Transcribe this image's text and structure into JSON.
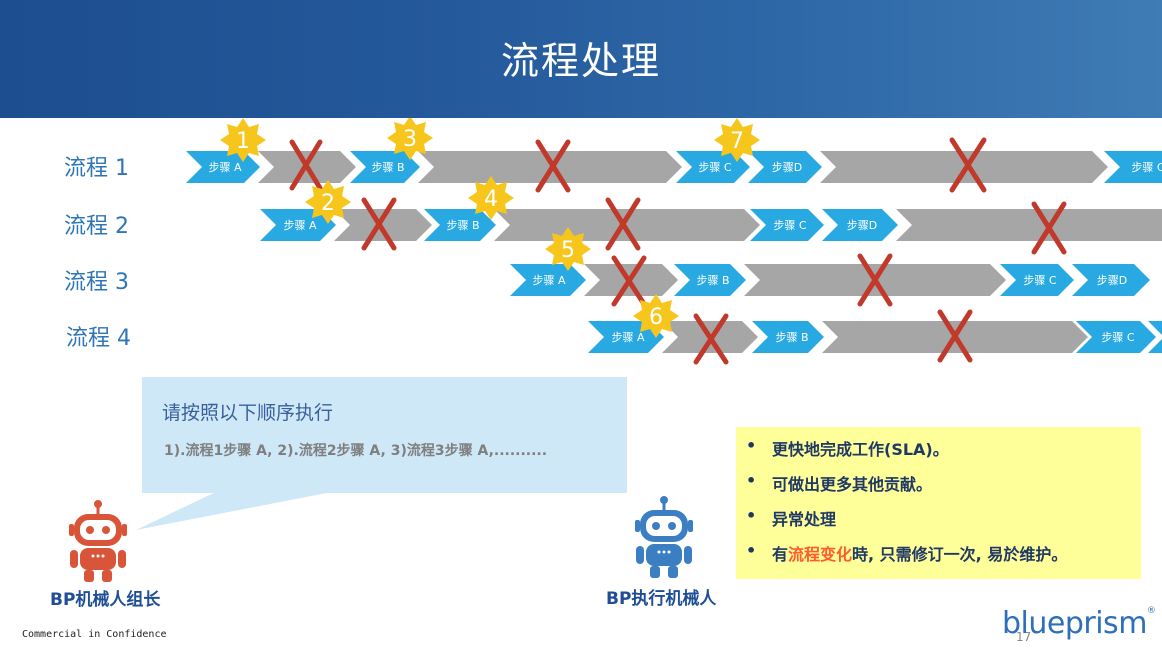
{
  "title": "流程处理",
  "row_labels": [
    "流程 1",
    "流程 2",
    "流程 3",
    "流程 4"
  ],
  "step_labels": {
    "a": "步骤 A",
    "b": "步骤 B",
    "c": "步骤 C",
    "d": "步骤D"
  },
  "badges": [
    "1",
    "2",
    "3",
    "4",
    "5",
    "6",
    "7"
  ],
  "callout": {
    "title": "请按照以下顺序执行",
    "text": "1).流程1步骤 A, 2).流程2步骤 A, 3)流程3步骤 A,.........."
  },
  "benefits": {
    "bullet": "•",
    "items": [
      {
        "text": "更快地完成工作(SLA)。"
      },
      {
        "text": "可做出更多其他贡献。"
      },
      {
        "text": "异常处理"
      },
      {
        "pre": "有",
        "highlight": "流程变化",
        "post": "時, 只需修订一次, 易於维护。"
      }
    ]
  },
  "robots": {
    "leader": "BP机械人组长",
    "worker": "BP执行机械人"
  },
  "footer": {
    "confidential": "Commercial in Confidence",
    "page": "17"
  },
  "logo": {
    "text": "blueprism",
    "tm": "®"
  },
  "colors": {
    "header": "#1d4e8f",
    "step_blue": "#29a9e1",
    "gray": "#a6a6a6",
    "x_mark": "#c0392b",
    "badge": "#f7c61c",
    "leader_robot": "#d9553a",
    "worker_robot": "#3b7fc2",
    "callout": "#cfe8f8",
    "benefit": "#ffff99"
  }
}
